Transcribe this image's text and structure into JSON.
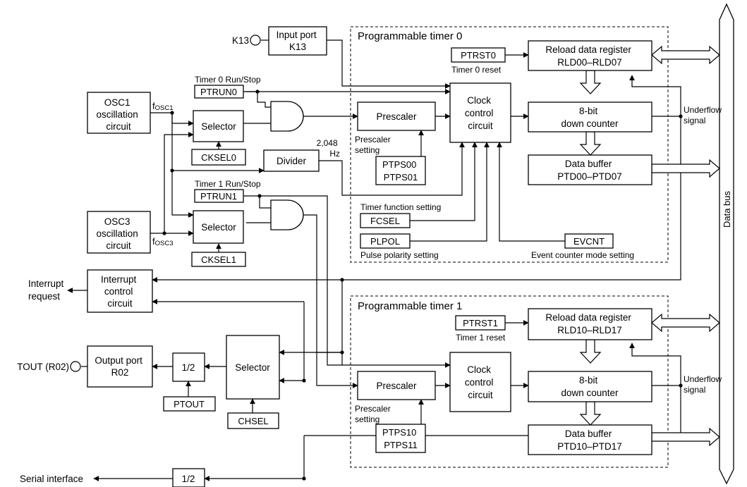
{
  "blocks": {
    "osc1": [
      "OSC1",
      "oscillation",
      "circuit"
    ],
    "osc3": [
      "OSC3",
      "oscillation",
      "circuit"
    ],
    "input_port": [
      "Input port",
      "K13"
    ],
    "selector0": "Selector",
    "selector1": "Selector",
    "selector_out": "Selector",
    "divider": "Divider",
    "interrupt_ctrl": [
      "Interrupt",
      "control",
      "circuit"
    ],
    "output_port": [
      "Output port",
      "R02"
    ],
    "half_out": "1/2",
    "half_serial": "1/2",
    "prescaler0": "Prescaler",
    "prescaler1": "Prescaler",
    "clock_ctrl0": [
      "Clock",
      "control",
      "circuit"
    ],
    "clock_ctrl1": [
      "Clock",
      "control",
      "circuit"
    ],
    "reload_reg0": [
      "Reload data register",
      "RLD00–RLD07"
    ],
    "reload_reg1": [
      "Reload data register",
      "RLD10–RLD17"
    ],
    "counter0": [
      "8-bit",
      "down counter"
    ],
    "counter1": [
      "8-bit",
      "down counter"
    ],
    "buffer0": [
      "Data buffer",
      "PTD00–PTD07"
    ],
    "buffer1": [
      "Data buffer",
      "PTD10–PTD17"
    ]
  },
  "registers": {
    "ptrun0": "PTRUN0",
    "ptrun1": "PTRUN1",
    "cksel0": "CKSEL0",
    "cksel1": "CKSEL1",
    "ptrst0": "PTRST0",
    "ptrst1": "PTRST1",
    "ptps00": "PTPS00",
    "ptps01": "PTPS01",
    "ptps10": "PTPS10",
    "ptps11": "PTPS11",
    "fcsel": "FCSEL",
    "plpol": "PLPOL",
    "evcnt": "EVCNT",
    "ptout": "PTOUT",
    "chsel": "CHSEL"
  },
  "labels": {
    "k13": "K13",
    "tout": "TOUT (R02)",
    "interrupt_request": [
      "Interrupt",
      "request"
    ],
    "serial_interface": "Serial interface",
    "fosc1_main": "f",
    "fosc1_sub": "OSC1",
    "fosc3_main": "f",
    "fosc3_sub": "OSC3",
    "freq": [
      "2,048",
      "Hz"
    ],
    "timer0_runstop": "Timer 0 Run/Stop",
    "timer1_runstop": "Timer 1 Run/Stop",
    "timer0_reset": "Timer 0 reset",
    "timer1_reset": "Timer 1 reset",
    "prescaler_setting0": [
      "Prescaler",
      "setting"
    ],
    "prescaler_setting1": [
      "Prescaler",
      "setting"
    ],
    "timer_function_setting": "Timer function setting",
    "pulse_polarity_setting": "Pulse polarity setting",
    "event_counter_mode_setting": "Event counter mode setting",
    "underflow0": [
      "Underflow",
      "signal"
    ],
    "underflow1": [
      "Underflow",
      "signal"
    ],
    "group0_title": "Programmable timer 0",
    "group1_title": "Programmable timer 1",
    "data_bus": "Data bus"
  }
}
